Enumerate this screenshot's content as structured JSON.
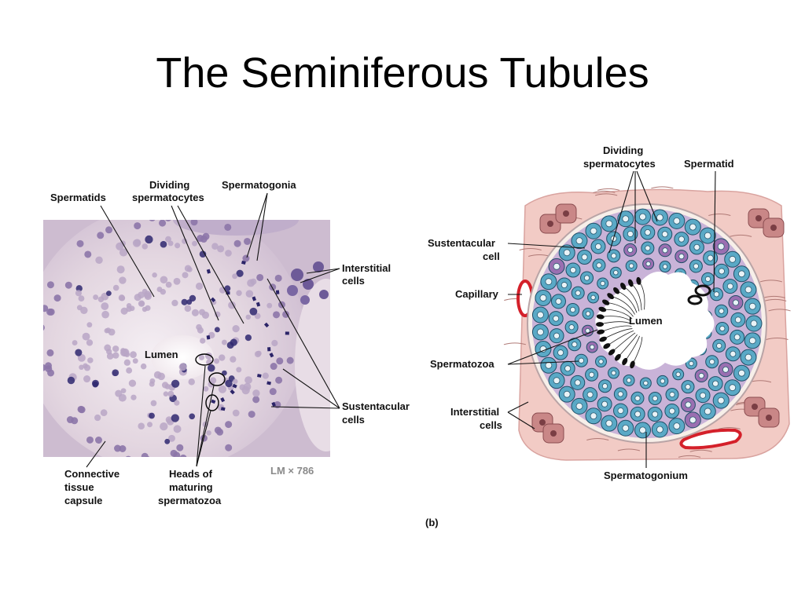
{
  "slide": {
    "title": "The Seminiferous Tubules"
  },
  "micrograph": {
    "labels": {
      "spermatids": "Spermatids",
      "dividing_line1": "Dividing",
      "dividing_line2": "spermatocytes",
      "spermatogonia": "Spermatogonia",
      "interstitial_line1": "Interstitial",
      "interstitial_line2": "cells",
      "lumen": "Lumen",
      "sustentacular_line1": "Sustentacular",
      "sustentacular_line2": "cells",
      "connective_line1": "Connective",
      "connective_line2": "tissue",
      "connective_line3": "capsule",
      "heads_line1": "Heads of",
      "heads_line2": "maturing",
      "heads_line3": "spermatozoa",
      "magnification": "LM × 786"
    }
  },
  "drawing": {
    "labels": {
      "dividing_line1": "Dividing",
      "dividing_line2": "spermatocytes",
      "spermatid": "Spermatid",
      "sustentacular_line1": "Sustentacular",
      "sustentacular_line2": "cell",
      "capillary": "Capillary",
      "lumen": "Lumen",
      "spermatozoa": "Spermatozoa",
      "interstitial_line1": "Interstitial",
      "interstitial_line2": "cells",
      "spermatogonium": "Spermatogonium"
    },
    "panel_label": "(b)"
  },
  "colors": {
    "micrograph_bg": "#d7c9d8",
    "tissue_pink": "#f1c9c4",
    "lumen_white": "#ffffff",
    "cell_blue": "#5aa9c6",
    "cell_purple": "#9a6fb1",
    "capillary_red": "#d4202a"
  }
}
